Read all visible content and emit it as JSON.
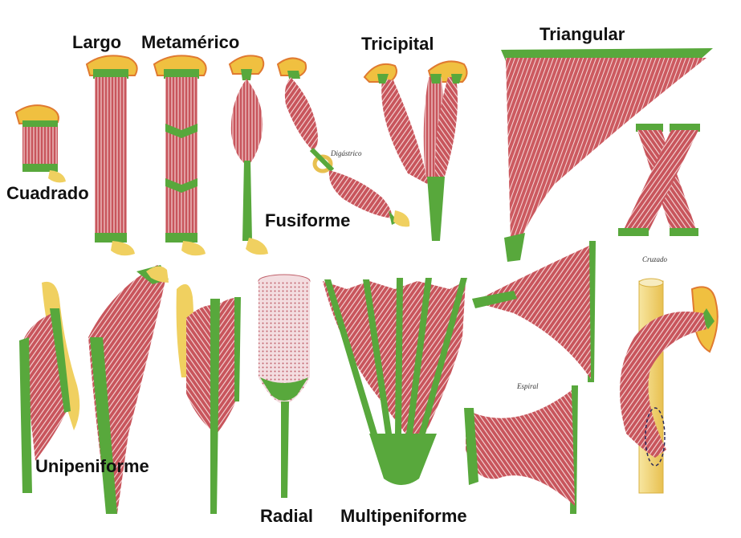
{
  "labels": {
    "cuadrado": "Cuadrado",
    "largo": "Largo",
    "metamerico": "Metamérico",
    "tricipital": "Tricipital",
    "triangular": "Triangular",
    "fusiforme": "Fusiforme",
    "unipeniforme": "Unipeniforme",
    "radial": "Radial",
    "multipeniforme": "Multipeniforme"
  },
  "small_labels": {
    "digastrico": "Digástrico",
    "cruzado": "Cruzado",
    "espiral": "Espiral"
  },
  "colors": {
    "muscle": "#c85a5e",
    "fiber": "#f4d8d8",
    "tendon": "#58a83c",
    "bone": "#f0c850",
    "bone_edge": "#e07a30"
  }
}
